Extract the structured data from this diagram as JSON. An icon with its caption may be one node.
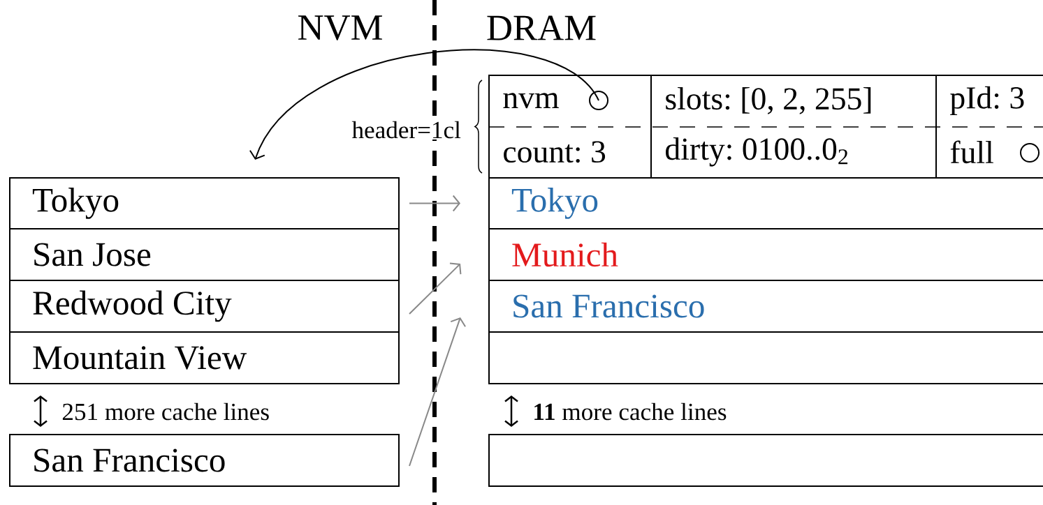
{
  "diagram": {
    "nodes": [
      {
        "text": [
          "Tokyo"
        ]
      },
      {
        "text": [
          "San Jose"
        ]
      },
      {
        "text": [
          "Redwood City"
        ]
      },
      {
        "text": [
          "Mountain View"
        ]
      },
      {
        "text": [
          "San Francisco"
        ]
      },
      {
        "text": [],
        "shape": "box",
        "beside": [
          "header=1cl"
        ]
      },
      {
        "text": [
          "nvm"
        ],
        "in": 5
      },
      {
        "text": [],
        "shape": "circle",
        "in": 5
      },
      {
        "text": [
          "count: 3"
        ],
        "in": 5
      },
      {
        "text": [
          "slots: [0, 2, 255]"
        ],
        "in": 5
      },
      {
        "text": [
          "dirty: 0100..0$_{2}$"
        ],
        "in": 5
      },
      {
        "text": [
          "pId: 3"
        ],
        "in": 5
      },
      {
        "text": [
          "full"
        ],
        "in": 5
      },
      {
        "text": [],
        "shape": "circle",
        "in": 5
      },
      {
        "text": [
          "Tokyo"
        ]
      },
      {
        "text": [
          "Munich"
        ]
      },
      {
        "text": [
          "San Francisco"
        ]
      },
      {
        "text": [],
        "shape": "box"
      },
      {
        "text": [],
        "shape": "box"
      }
    ],
    "edges": [
      {
        "from": 7,
        "to": 0,
        "arrow": "to",
        "color": "#000000"
      },
      {
        "from": 0,
        "to": 14,
        "arrow": "to"
      },
      {
        "from": 2,
        "to": 15,
        "arrow": "to"
      },
      {
        "from": 4,
        "to": 16,
        "arrow": "to"
      }
    ],
    "labels": [
      "NVM",
      "DRAM",
      "251 more cache lines",
      "**11** more cache lines"
    ]
  }
}
